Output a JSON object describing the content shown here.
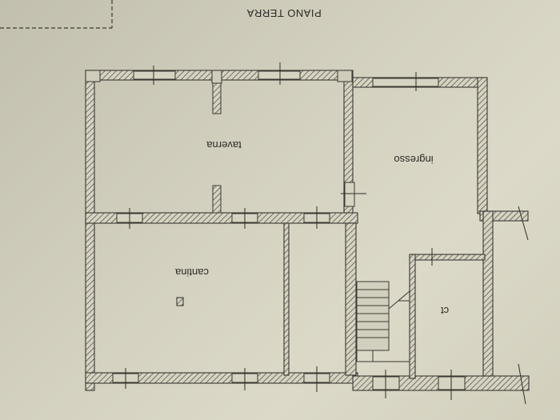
{
  "sheet_title": "PIANO TERRA",
  "rooms": {
    "taverna": "taverna",
    "ingresso": "ingresso",
    "cantina": "cantina",
    "ct": "ct"
  },
  "colors": {
    "paper": "#d6d3c2",
    "wall_outline": "#3a3833",
    "hatch": "#4a4640"
  }
}
